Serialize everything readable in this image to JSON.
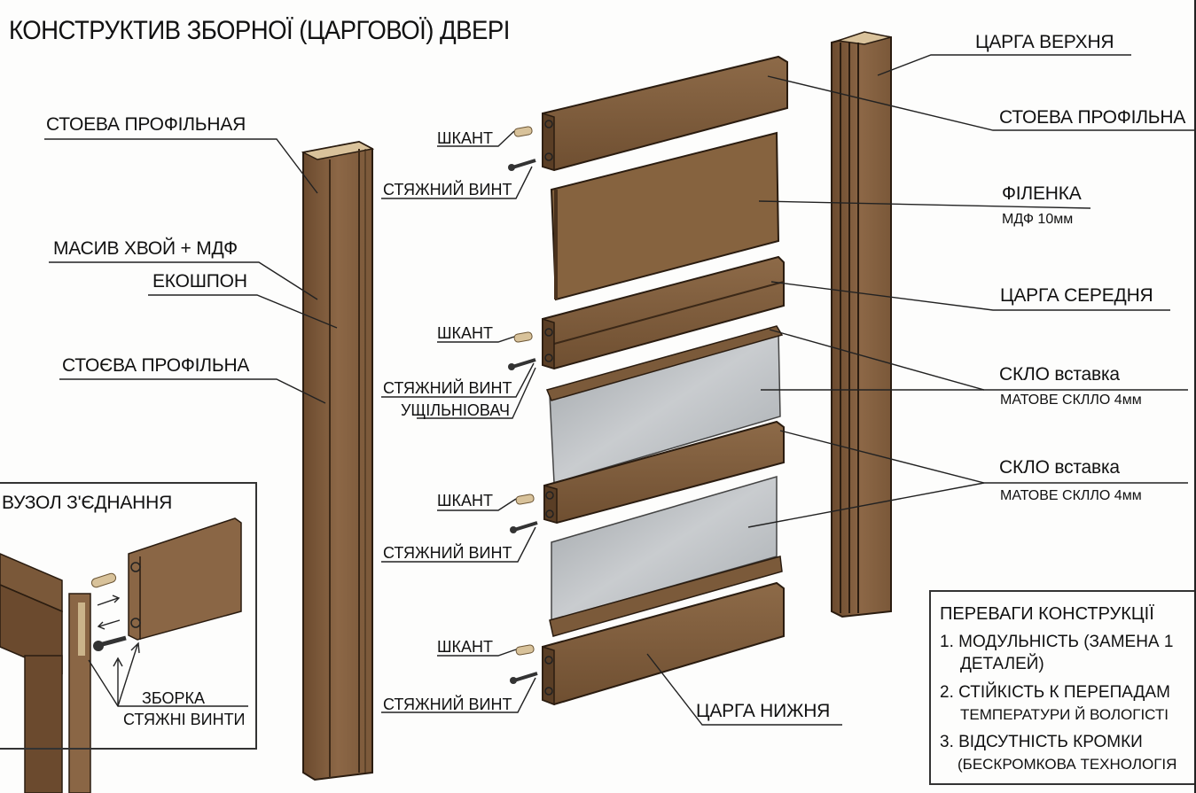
{
  "title": "КОНСТРУКТИВ ЗБОРНОЇ (ЦАРГОВОЇ) ДВЕРІ",
  "left_labels": {
    "stile_profile_1": "СТОЕВА ПРОФІЛЬНАЯ",
    "solid_pine_mdf": "МАСИВ ХВОЙ + МДФ",
    "eco_veneer": "ЕКОШПОН",
    "stile_profile_2": "СТОЄВА ПРОФІЛЬНА"
  },
  "hardware_labels": [
    {
      "dowel": "ШКАНТ",
      "screw": "СТЯЖНИЙ ВИНТ"
    },
    {
      "dowel": "ШКАНТ",
      "screw": "СТЯЖНИЙ ВИНТ",
      "seal": "УЩІЛЬНІОВАЧ"
    },
    {
      "dowel": "ШКАНТ",
      "screw": "СТЯЖНИЙ ВИНТ"
    },
    {
      "dowel": "ШКАНТ",
      "screw": "СТЯЖНИЙ ВИНТ"
    }
  ],
  "right_labels": {
    "top_rail": "ЦАРГА ВЕРХНЯ",
    "stile_profile": "СТОЕВА ПРОФІЛЬНА",
    "panel": "ФІЛЕНКА",
    "panel_spec": "МДФ 10мм",
    "middle_rail": "ЦАРГА СЕРЕДНЯ",
    "glass_1": "СКЛО вставка",
    "glass_1_spec": "МАТОВЕ СКЛЛО 4мм",
    "glass_2": "СКЛО вставка",
    "glass_2_spec": "МАТОВЕ СКЛЛО 4мм",
    "bottom_rail": "ЦАРГА НИЖНЯ"
  },
  "joint_inset": {
    "title": "ВУЗОЛ З'ЄДНАННЯ",
    "assembly": "ЗБОРКА",
    "screws": "СТЯЖНІ ВИНТИ"
  },
  "advantages": {
    "title": "ПЕРЕВАГИ КОНСТРУКЦІЇ",
    "items": [
      {
        "line1": "1. МОДУЛЬНІСТЬ (ЗАМЕНА 1",
        "line2": "ДЕТАЛЕЙ)"
      },
      {
        "line1": "2. СТІЙКІСТЬ К ПЕРЕПАДАМ",
        "line2": "ТЕМПЕРАТУРИ Й ВОЛОГІСТІ"
      },
      {
        "line1": "3. ВІДСУТНІСТЬ КРОМКИ",
        "line2": "(БЕСКРОМКОВА ТЕХНОЛОГІЯ"
      }
    ]
  },
  "colors": {
    "wood_dark": "#5e4128",
    "wood_mid": "#8a6645",
    "wood_light": "#a17a55",
    "glass": "#b8bcbf",
    "line": "#222222"
  }
}
